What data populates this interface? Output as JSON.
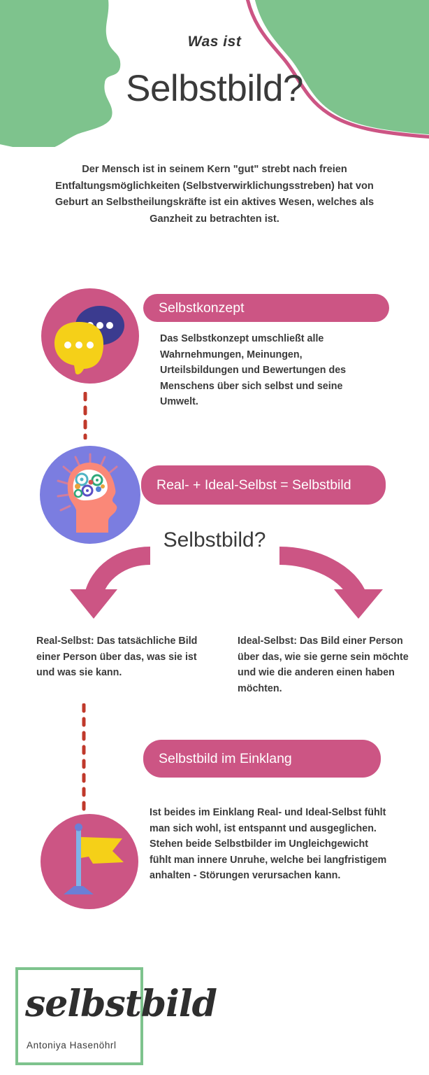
{
  "colors": {
    "green": "#7ec38d",
    "pink": "#cc5584",
    "pink_deep": "#c9497e",
    "rust_dot": "#c0392b",
    "indigo": "#3b3b8f",
    "yellow": "#f5d018",
    "periwinkle": "#7b7de0",
    "salmon": "#fa8878",
    "text_dark": "#3b3b3b"
  },
  "header": {
    "kicker": "Was ist",
    "title": "Selbstbild?"
  },
  "intro": {
    "text": "Der Mensch ist in seinem Kern \"gut\" strebt nach freien Entfaltungsmöglichkeiten (Selbstverwirklichungsstreben) hat von Geburt an Selbstheilungskräfte ist ein aktives Wesen, welches als Ganzheit zu betrachten ist."
  },
  "sections": [
    {
      "icon": "speech-bubbles-icon",
      "label": "Selbstkonzept",
      "body": "Das Selbstkonzept umschließt alle Wahrnehmungen, Meinungen, Urteilsbildungen und Bewertungen des Menschens über sich selbst und seine Umwelt."
    },
    {
      "icon": "head-with-gears-icon",
      "label": "Real- + Ideal-Selbst = Selbstbild",
      "body": ""
    },
    {
      "icon": "flag-icon",
      "label": "Selbstbild im Einklang",
      "body": "Ist beides im Einklang Real- und Ideal-Selbst fühlt man sich wohl, ist entspannt und ausgeglichen. Stehen beide Selbstbilder im Ungleichgewicht fühlt man innere Unruhe, welche bei langfristigem anhalten - Störungen verursachen kann."
    }
  ],
  "mid_title": "Selbstbild?",
  "branches": {
    "left": "Real-Selbst: Das tatsächliche Bild einer Person über das, was sie ist und was sie kann.",
    "right": "Ideal-Selbst: Das Bild einer Person über das, wie sie gerne sein möchte und wie die anderen einen haben möchten."
  },
  "footer": {
    "logo_script": "selbstbild",
    "logo_name": "Antoniya Hasenöhrl"
  }
}
